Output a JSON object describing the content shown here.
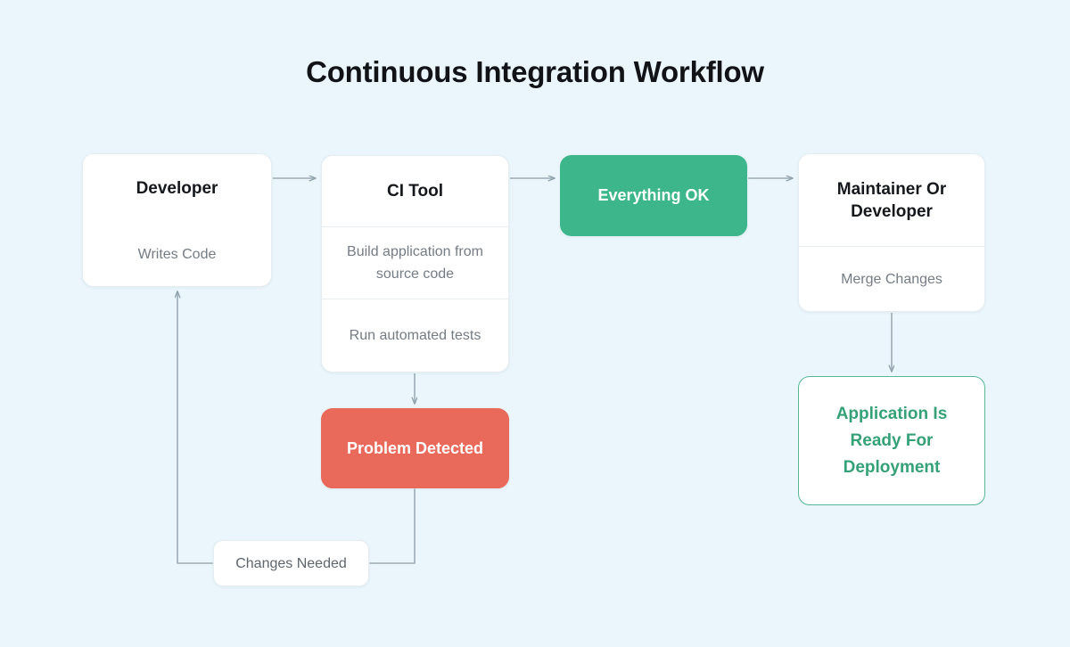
{
  "page": {
    "title": "Continuous Integration Workflow",
    "background_color": "#eaf6fc"
  },
  "colors": {
    "success_fill": "#3cb68a",
    "success_text": "#35a177",
    "success_border": "#57b893",
    "error_fill": "#e9695a",
    "node_fill": "#ffffff",
    "heading_text": "#14181d",
    "muted_text": "#747c85",
    "edge_stroke": "#9bacb6"
  },
  "nodes": {
    "developer": {
      "title": "Developer",
      "body": [
        "Writes Code"
      ]
    },
    "ci_tool": {
      "title": "CI Tool",
      "body": [
        "Build application from source code",
        "Run automated tests"
      ]
    },
    "everything_ok": {
      "label": "Everything OK"
    },
    "maintainer": {
      "title": "Maintainer Or Developer",
      "body": [
        "Merge Changes"
      ]
    },
    "problem_detected": {
      "label": "Problem Detected"
    },
    "application_ready": {
      "label": "Application Is Ready For Deployment"
    },
    "changes_needed": {
      "label": "Changes Needed"
    }
  },
  "edges": [
    {
      "name": "developer-to-ci-tool",
      "from": "developer",
      "to": "ci_tool",
      "arrow": true
    },
    {
      "name": "ci-tool-to-everything-ok",
      "from": "ci_tool",
      "to": "everything_ok",
      "arrow": true
    },
    {
      "name": "everything-ok-to-maintainer",
      "from": "everything_ok",
      "to": "maintainer",
      "arrow": true
    },
    {
      "name": "ci-tool-to-problem-detected",
      "from": "ci_tool",
      "to": "problem_detected",
      "arrow": true
    },
    {
      "name": "maintainer-to-application-ready",
      "from": "maintainer",
      "to": "application_ready",
      "arrow": true
    },
    {
      "name": "problem-detected-to-changes-needed",
      "from": "problem_detected",
      "to": "changes_needed",
      "arrow": false
    },
    {
      "name": "changes-needed-to-developer",
      "from": "changes_needed",
      "to": "developer",
      "arrow": true
    }
  ]
}
